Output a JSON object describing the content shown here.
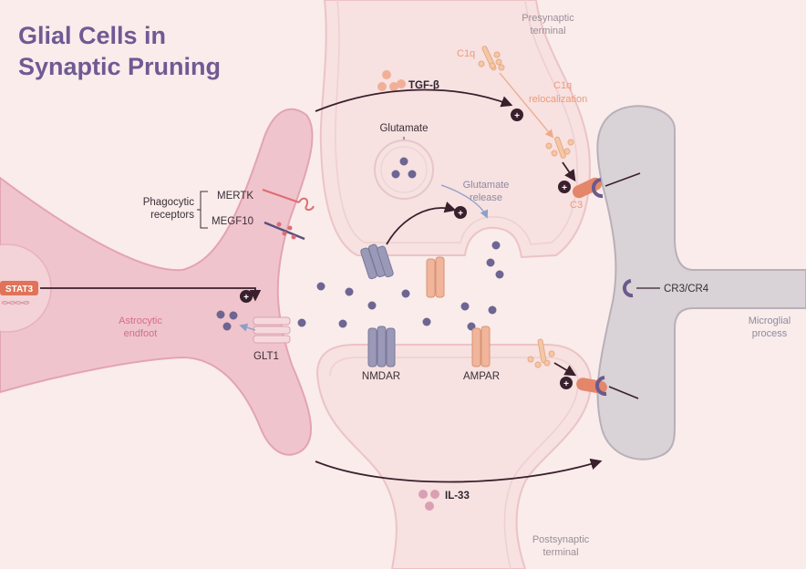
{
  "title": {
    "line1": "Glial Cells in",
    "line2": "Synaptic Pruning"
  },
  "labels": {
    "presynaptic_1": "Presynaptic",
    "presynaptic_2": "terminal",
    "postsynaptic_1": "Postsynaptic",
    "postsynaptic_2": "terminal",
    "c1q": "C1q",
    "c1q_reloc_1": "C1q",
    "c1q_reloc_2": "relocalization",
    "c3": "C3",
    "tgf": "TGF-β",
    "glutamate": "Glutamate",
    "glu_release_1": "Glutamate",
    "glu_release_2": "release",
    "phago_1": "Phagocytic",
    "phago_2": "receptors",
    "mertk": "MERTK",
    "megf10": "MEGF10",
    "stat3": "STAT3",
    "astro_1": "Astrocytic",
    "astro_2": "endfoot",
    "glt1": "GLT1",
    "nmdar": "NMDAR",
    "ampar": "AMPAR",
    "cr3": "CR3/CR4",
    "micro_1": "Microglial",
    "micro_2": "process",
    "il33": "IL-33",
    "plus": "+"
  },
  "colors": {
    "background": "#f9eceb",
    "title": "#6f5a93",
    "astrocyte": "#f0c4cc",
    "astrocyte_edge": "#e3a4b1",
    "neuron": "#f7e1e1",
    "neuron_edge": "#ecc3c6",
    "microglia": "#d9d2d6",
    "microglia_edge": "#b9b0b8",
    "c3": "#e4866a",
    "cr3": "#6b5a8c",
    "glutamate": "#6d6592",
    "arrow": "#3a1f2c"
  },
  "icons": [
    "plus-circle-icon",
    "stat3-badge",
    "dna-icon",
    "receptor-icon",
    "vesicle-icon",
    "c1q-icon"
  ]
}
